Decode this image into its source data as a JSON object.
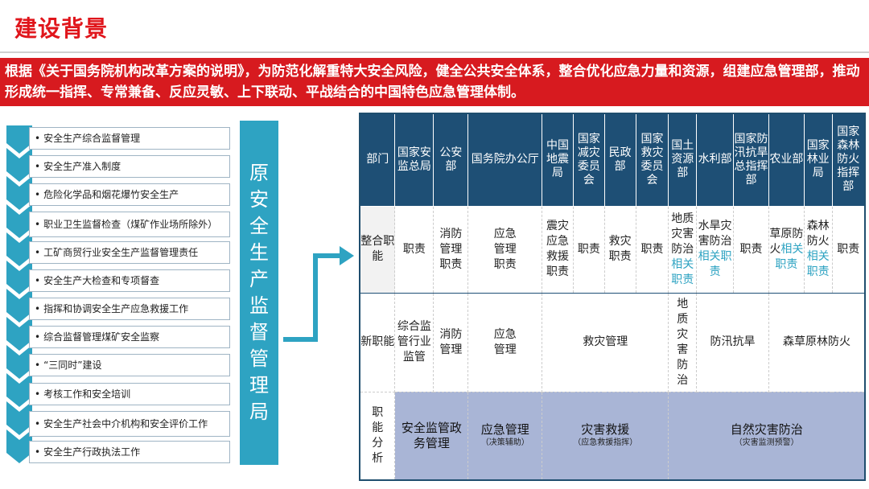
{
  "title": "建设背景",
  "banner": "根据《关于国务院机构改革方案的说明》，为防范化解重特大安全风险，健全公共安全体系，整合优化应急力量和资源，组建应急管理部，推动形成统一指挥、专常兼备、反应灵敏、上下联动、平战结合的中国特色应急管理体制。",
  "duties": [
    "安全生产综合监督管理",
    "安全生产准入制度",
    "危险化学品和烟花爆竹安全生产",
    "职业卫生监督检查（煤矿作业场所除外）",
    "工矿商贸行业安全生产监督管理责任",
    "安全生产大检查和专项督查",
    "指挥和协调安全生产应急救援工作",
    "综合监督管理煤矿安全监察",
    "“三同时”建设",
    "考核工作和安全培训",
    "安全生产社会中介机构和安全评价工作",
    "安全生产行政执法工作"
  ],
  "agency": [
    "原",
    "安",
    "全",
    "生",
    "产",
    "监",
    "督",
    "管",
    "理",
    "局"
  ],
  "table": {
    "headers": [
      "部门",
      "国家安监总局",
      "公安部",
      "国务院办公厅",
      "中国地震局",
      "国家减灾委员会",
      "民政部",
      "国家救灾委员会",
      "国土资源部",
      "水利部",
      "国家防汛抗旱总指挥部",
      "农业部",
      "国家林业局",
      "国家森林防火指挥部"
    ],
    "row1_label": "整合职能",
    "row1": {
      "c1": "职责",
      "c2": "消防管理职责",
      "c3": "应急管理职责",
      "c4": "震灾应急救援职责",
      "c5": "职责",
      "c6": "救灾职责",
      "c7": "职责",
      "c8a": "地质灾害防治",
      "c8b": "相关职责",
      "c9a": "水旱灾害防治",
      "c9b": "相关职责",
      "c10": "职责",
      "c11a": "草原防火",
      "c11b": "相关职责",
      "c12a": "森林防火",
      "c12b": "相关职责",
      "c13": "职责"
    },
    "row2_label": "新职能",
    "row2": {
      "c1": "综合监管行业监管",
      "c2": "消防管理",
      "c3": "应急管理",
      "c4": "救灾管理",
      "c5": "地质灾害防治",
      "c6": "防汛抗旱",
      "c7": "森草原林防火"
    },
    "row3_label": "职能分析",
    "row3": [
      {
        "main": "安全监管政务管理",
        "sub": ""
      },
      {
        "main": "应急管理",
        "sub": "（决策辅助）"
      },
      {
        "main": "灾害救援",
        "sub": "（应急救援指挥）"
      },
      {
        "main": "自然灾害防治",
        "sub": "（灾害监测预警）"
      }
    ]
  }
}
